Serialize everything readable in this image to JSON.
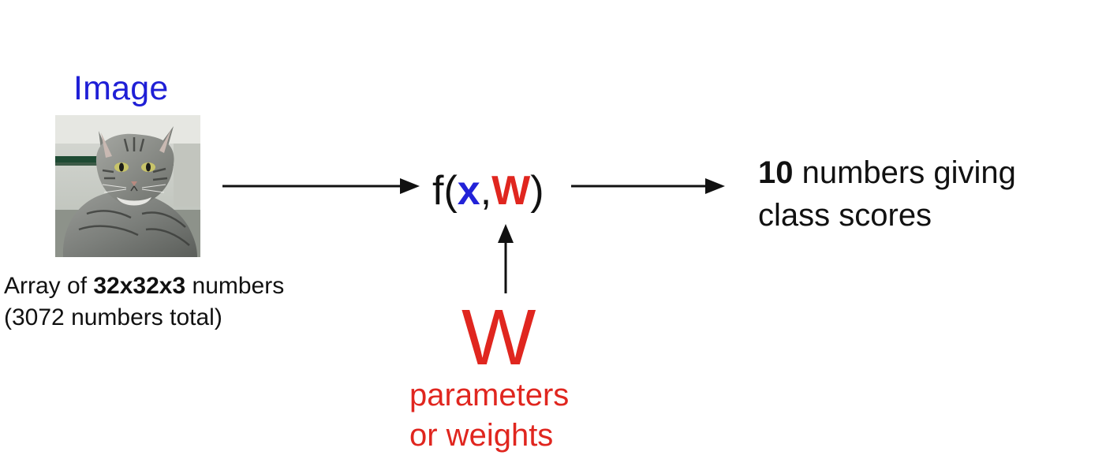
{
  "input": {
    "title": "Image",
    "title_color": "#1f1fd6",
    "photo_subject": "tabby-cat",
    "caption_prefix": "Array of ",
    "caption_bold": "32x32x3",
    "caption_suffix": " numbers",
    "caption_line2": "(3072 numbers total)"
  },
  "function": {
    "prefix": "f(",
    "x": "x",
    "comma": ",",
    "w": "W",
    "suffix": ")",
    "x_color": "#2222d8",
    "w_color": "#e0261f"
  },
  "output": {
    "bold": "10",
    "line1_rest": " numbers giving",
    "line2": "class scores"
  },
  "weights": {
    "symbol": "W",
    "line1": "parameters",
    "line2": "or weights",
    "color": "#e0261f"
  }
}
